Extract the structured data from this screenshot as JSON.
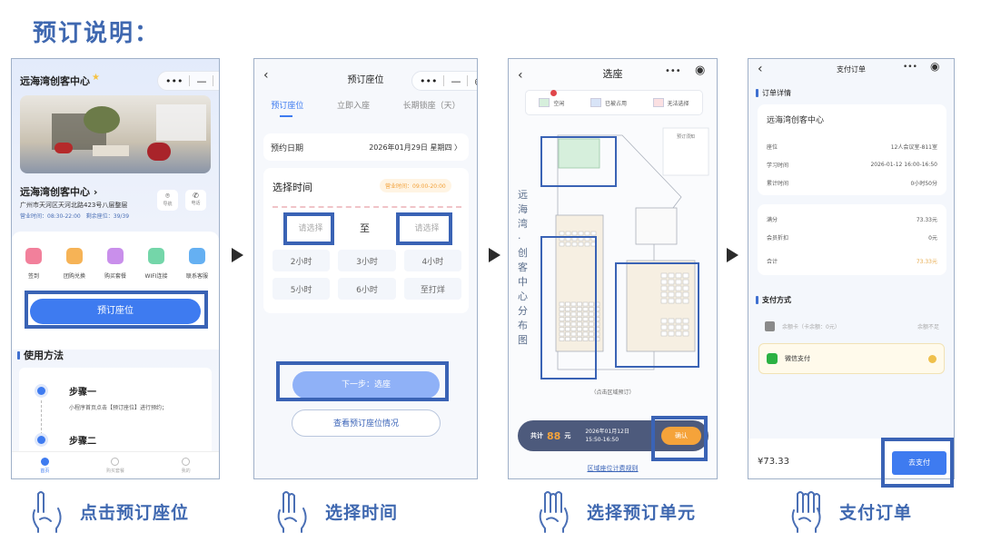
{
  "page_title": "预订说明：",
  "colors": {
    "brand": "#3f68b0",
    "primary": "#3e7bf0",
    "highlight": "#3a63b5",
    "orange": "#f4a23a"
  },
  "screen1": {
    "title": "远海湾创客中心",
    "capsule_icons": [
      "more-icon",
      "minimize-icon",
      "target-icon"
    ],
    "venue_name": "远海湾创客中心 ›",
    "address": "广州市天河区天河北路423号八层整层",
    "hours": "营业时间：08:30-22:00",
    "seats_left": "剩余座位：39/39",
    "nav_btn": "导航",
    "call_btn": "电话",
    "quick_actions": [
      {
        "label": "签到",
        "icon": "checkin-icon",
        "color": "#f06a8a"
      },
      {
        "label": "团购兑换",
        "icon": "coupon-icon",
        "color": "#f5a638"
      },
      {
        "label": "购买套餐",
        "icon": "package-icon",
        "color": "#c07be8"
      },
      {
        "label": "WIFI连接",
        "icon": "wifi-icon",
        "color": "#5ccf9a"
      },
      {
        "label": "联系客服",
        "icon": "service-icon",
        "color": "#4aa2f0"
      }
    ],
    "book_button": "预订座位",
    "usage_heading": "使用方法",
    "steps": [
      {
        "title": "步骤一",
        "desc": "小程序首页点击【预订座位】进行预约；"
      },
      {
        "title": "步骤二",
        "desc": ""
      }
    ],
    "tabbar": [
      {
        "label": "首页",
        "icon": "home-icon",
        "active": true
      },
      {
        "label": "购买套餐",
        "icon": "card-icon",
        "active": false
      },
      {
        "label": "我的",
        "icon": "user-icon",
        "active": false
      }
    ]
  },
  "screen2": {
    "title": "预订座位",
    "tabs": [
      "预订座位",
      "立即入座",
      "长期锁座（天）"
    ],
    "date_label": "预约日期",
    "date_value": "2026年01月29日 星期四 〉",
    "time_heading": "选择时间",
    "business_hours": "营业时间：09:00-20:00",
    "start_placeholder": "请选择",
    "to": "至",
    "end_placeholder": "请选择",
    "durations": [
      "2小时",
      "3小时",
      "4小时",
      "5小时",
      "6小时",
      "至打烊"
    ],
    "next_button": "下一步：选座",
    "view_button": "查看预订座位情况"
  },
  "screen3": {
    "title": "选座",
    "legend": [
      {
        "label": "空闲",
        "color": "#d6efdc"
      },
      {
        "label": "已被占用",
        "color": "#d8e4f7"
      },
      {
        "label": "无法选择",
        "color": "#fbe0e2"
      }
    ],
    "map_vertical_title": "远海湾·创客中心分布图",
    "notice_title": "预订须知",
    "hint": "（点击区域预订）",
    "total_label": "共计",
    "total_amount": "88",
    "currency": "元",
    "date": "2026年01月12日",
    "time_range": "15:50-16:50",
    "confirm_button": "确认",
    "rules_link": "区域座位计费规则"
  },
  "screen4": {
    "title": "支付订单",
    "order_heading": "订单详情",
    "venue": "远海湾创客中心",
    "details": [
      {
        "label": "座位",
        "value": "12人会议室-811室"
      },
      {
        "label": "学习时间",
        "value": "2026-01-12 16:00-16:50"
      },
      {
        "label": "累计时间",
        "value": "0小时50分"
      }
    ],
    "price_rows": [
      {
        "label": "满分",
        "value": "73.33元"
      },
      {
        "label": "会员折扣",
        "value": "0元"
      }
    ],
    "subtotal_label": "合计",
    "subtotal_value": "73.33元",
    "pay_heading": "支付方式",
    "balance_method": "余额卡（卡余额：0元）",
    "balance_status": "余额不足",
    "wechat_method": "微信支付",
    "footer_price": "¥73.33",
    "pay_button": "去支付"
  },
  "captions": [
    "点击预订座位",
    "选择时间",
    "选择预订单元",
    "支付订单"
  ]
}
